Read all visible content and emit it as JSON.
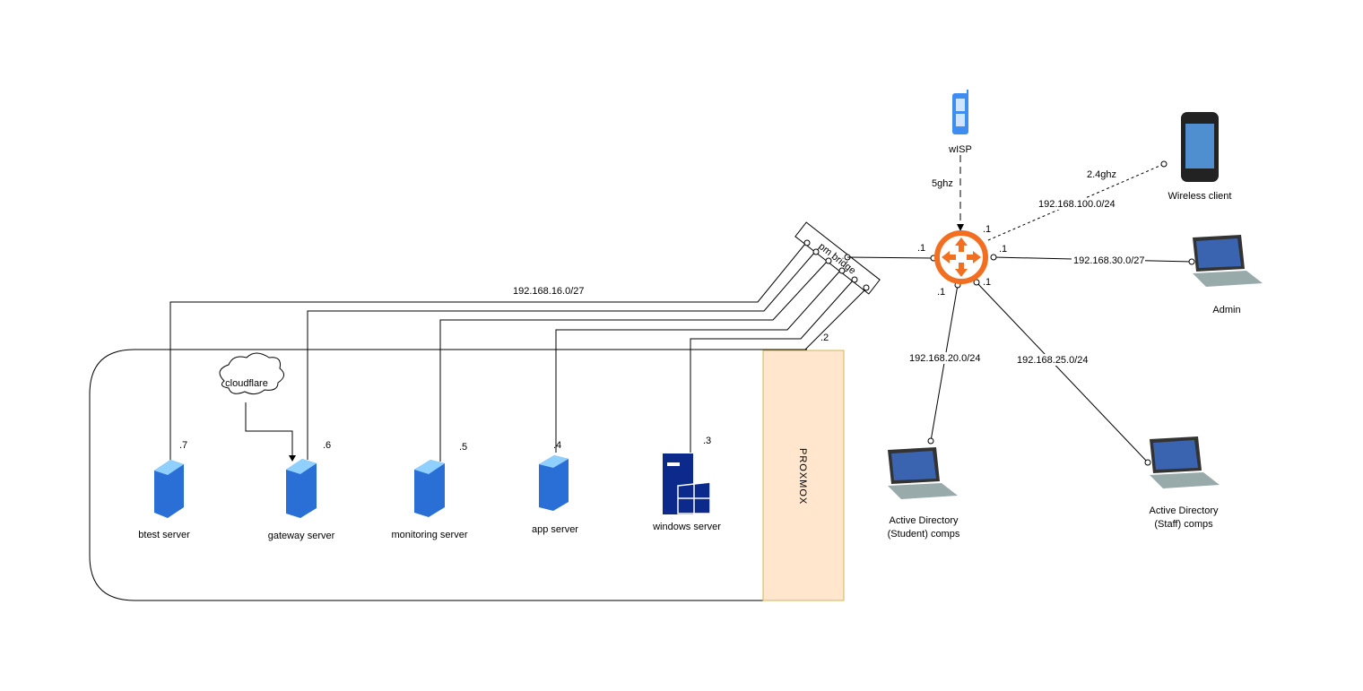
{
  "nodes": {
    "wisp": "wISP",
    "wireless_client": "Wireless client",
    "admin": "Admin",
    "ad_student": [
      "Active Directory",
      "(Student) comps"
    ],
    "ad_staff": [
      "Active Directory",
      "(Staff) comps"
    ],
    "bridge": "pm bridge",
    "proxmox": "PROXMOX",
    "cloudflare": "cloudflare",
    "servers": [
      {
        "label": "btest server",
        "ip": ".7"
      },
      {
        "label": "gateway server",
        "ip": ".6"
      },
      {
        "label": "monitoring server",
        "ip": ".5"
      },
      {
        "label": "app server",
        "ip": ".4"
      },
      {
        "label": "windows server",
        "ip": ".3"
      }
    ]
  },
  "links": {
    "wisp_link": "5ghz",
    "wireless_band": "2.4ghz",
    "wireless_subnet": "192.168.100.0/24",
    "admin_subnet": "192.168.30.0/27",
    "student_subnet": "192.168.20.0/24",
    "staff_subnet": "192.168.25.0/24",
    "server_subnet": "192.168.16.0/27",
    "router_ip": ".1",
    "proxmox_ip": ".2"
  },
  "colors": {
    "router": "#f26f21",
    "proxmox_fill": "#ffe6cc",
    "proxmox_border": "#d6b656",
    "server": "#2a6fd6",
    "windows": "#0b2a8c"
  }
}
